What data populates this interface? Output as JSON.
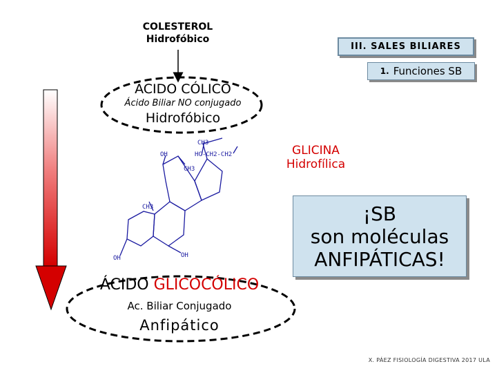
{
  "top": {
    "line1": "COLESTEROL",
    "line2": "Hidrofóbico"
  },
  "title_box": {
    "label": "III. SALES BILIARES"
  },
  "subtitle_box": {
    "number": "1.",
    "label": "Funciones SB"
  },
  "colico": {
    "name": "ÁCIDO CÓLICO",
    "description": "Ácido Biliar NO conjugado",
    "property": "Hidrofóbico"
  },
  "glicina": {
    "name": "GLICINA",
    "property": "Hidrofílica"
  },
  "molecule_labels": {
    "ch3_a": "CH3",
    "ch3_b": "CH3",
    "ch3_c": "CH3",
    "oh_a": "OH",
    "oh_b": "OH",
    "oh_c": "OH",
    "hc": "HC-CH2-CH2"
  },
  "highlight": {
    "line1": "¡SB",
    "line2": "son moléculas",
    "line3": "ANFIPÁTICAS!"
  },
  "glicocolico": {
    "name_prefix": "ÁCIDO ",
    "name_red": "GLICOCÓLICO",
    "description": "Ac. Biliar Conjugado",
    "property": "Anfipático"
  },
  "footer": "X. PÁEZ  FISIOLOGÍA DIGESTIVA 2017 ULA",
  "colors": {
    "accent_red": "#d40000",
    "box_fill": "#cfe2ee",
    "box_border": "#6c8aa0"
  }
}
